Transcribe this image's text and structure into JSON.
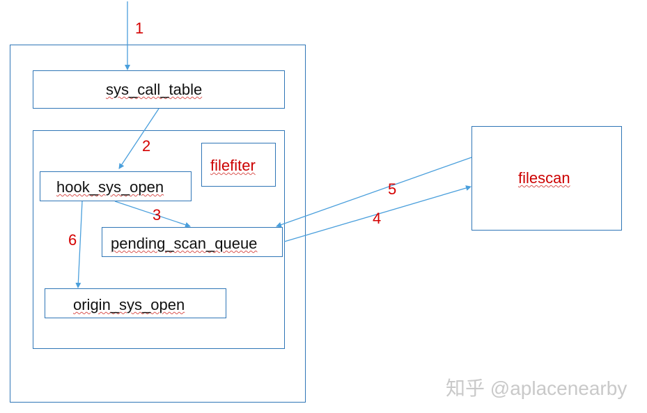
{
  "nodes": {
    "sys_call_table": "sys_call_table",
    "hook_sys_open": "hook_sys_open",
    "filefiter": "filefiter",
    "pending_scan_queue": "pending_scan_queue",
    "origin_sys_open": "origin_sys_open",
    "filescan": "filescan"
  },
  "steps": {
    "s1": "1",
    "s2": "2",
    "s3": "3",
    "s4": "4",
    "s5": "5",
    "s6": "6"
  },
  "watermark": "知乎 @aplacenearby",
  "colors": {
    "border": "#2e75b6",
    "arrow": "#4a9fdc",
    "step_label": "#d40000",
    "red_label": "#cc0000",
    "squiggle": "#d9534f"
  }
}
